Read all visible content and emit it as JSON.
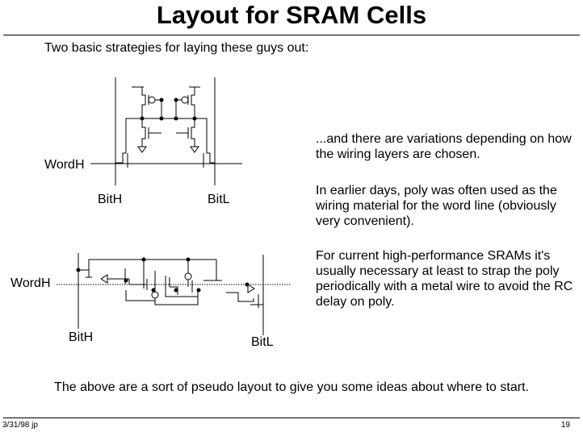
{
  "title": "Layout for SRAM Cells",
  "subtitle": "Two basic strategies for laying these guys out:",
  "paragraphs": [
    "...and there are variations depending on how the wiring layers are chosen.",
    "In earlier days, poly was often used as the wiring material for the word line (obviously very convenient).",
    "For current high-performance SRAMs it's usually necessary at least to strap the poly periodically with a metal wire to avoid the RC delay on poly."
  ],
  "closing": "The above are a sort of pseudo layout to give you some ideas about where to start.",
  "diagram_top": {
    "wordline_label": "WordH",
    "bitline_left_label": "BitH",
    "bitline_right_label": "BitL"
  },
  "diagram_bottom": {
    "wordline_label": "WordH",
    "bitline_left_label": "BitH",
    "bitline_right_label": "BitL"
  },
  "footer": {
    "left": "3/31/98 jp",
    "right": "19"
  }
}
